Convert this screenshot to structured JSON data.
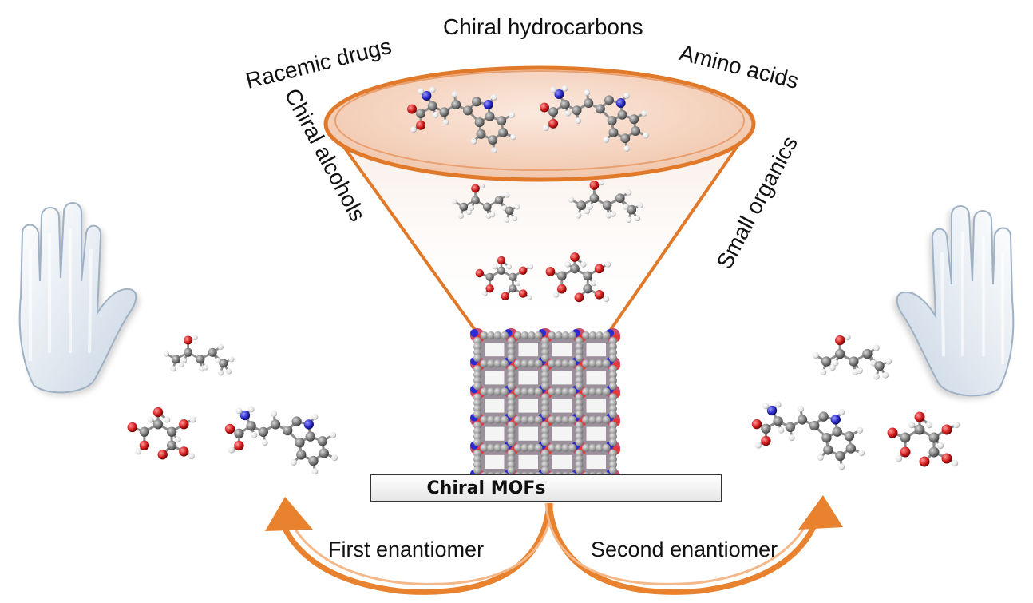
{
  "funnel_categories": {
    "top": "Chiral hydrocarbons",
    "upper_left": "Racemic drugs",
    "upper_right": "Amino acids",
    "left": "Chiral alcohols",
    "right": "Small organics"
  },
  "platform_label": "Chiral MOFs",
  "outputs": {
    "left": "First enantiomer",
    "right": "Second enantiomer"
  },
  "colors": {
    "funnel": "#e07a2a",
    "arrow": "#e8822e",
    "carbon": "#7a7a7a",
    "hydrogen": "#e6e6e6",
    "oxygen": "#d01c1c",
    "nitrogen": "#2828c8",
    "hand": "#dde6ef"
  }
}
